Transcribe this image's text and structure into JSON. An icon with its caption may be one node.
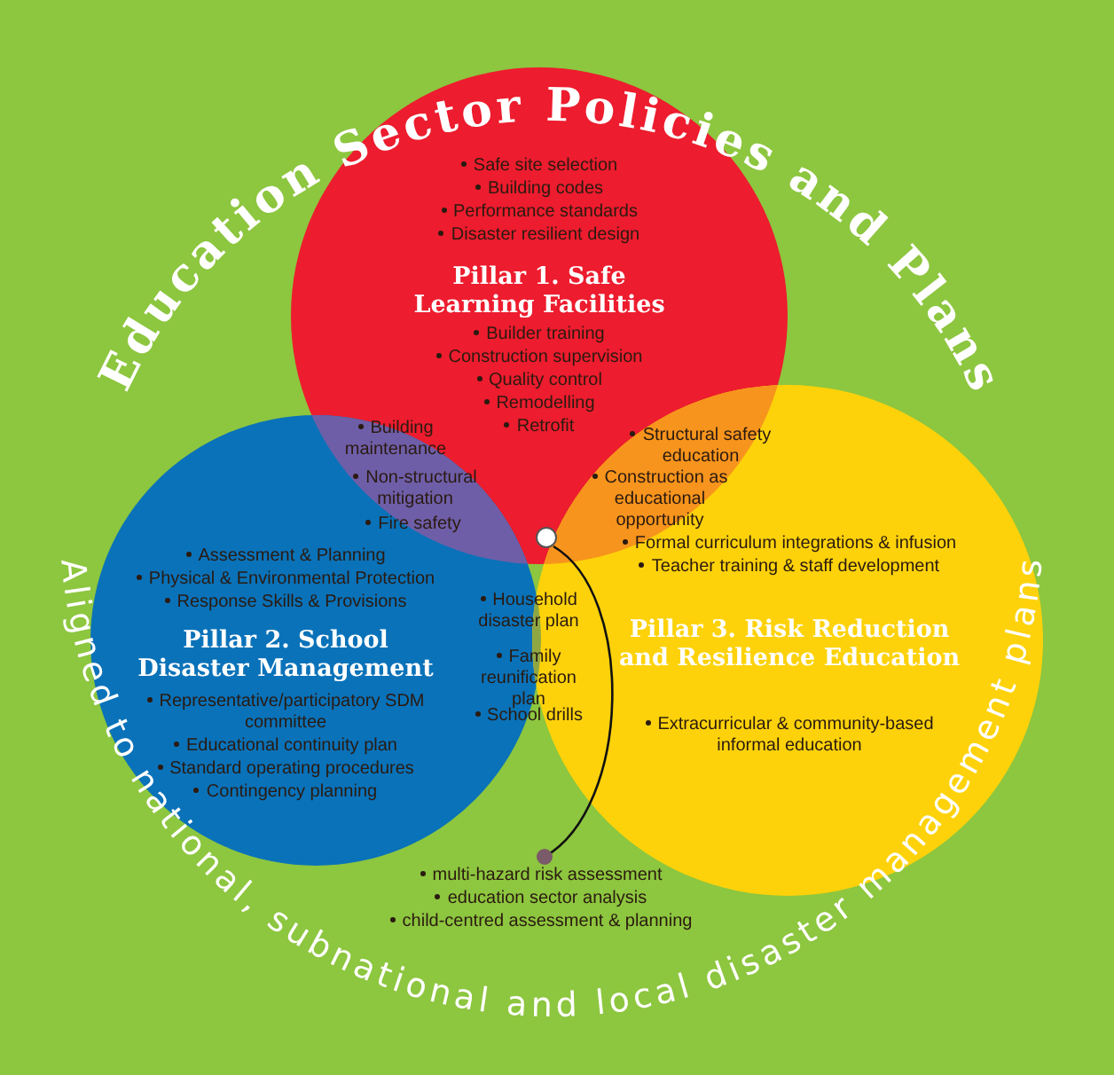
{
  "diagram": {
    "title": "Education Sector Policies and Plans",
    "nodes": [
      {
        "text": [
          "Safe site selection",
          "Building codes",
          "Performance standards",
          "Disaster resilient design",
          "Pillar 1. Safe Learning Facilities",
          "Builder training",
          "Construction supervision",
          "Quality control",
          "Remodelling",
          "Retrofit"
        ]
      },
      {
        "text": [
          "Assessment & Planning",
          "Physical & Environmental Protection",
          "Response Skills & Provisions",
          "Pillar 2. School Disaster Management",
          "Representative/participatory SDM committee",
          "Educational continuity plan",
          "Standard operating procedures",
          "Contingency planning"
        ]
      },
      {
        "text": [
          "Formal curriculum integrations & infusion",
          "Teacher training & staff development",
          "Pillar 3. Risk Reduction and Resilience Education",
          "Extracurricular & community-based informal education"
        ]
      },
      {
        "text": [
          "multi-hazard risk assessment",
          "education sector analysis",
          "child-centred assessment & planning"
        ]
      },
      {
        "text": [],
        "shape": "circle"
      }
    ],
    "edges": [
      {
        "from": 3,
        "to": 4,
        "arrow": "other"
      }
    ],
    "labels": [
      "Building maintenance",
      "Non-structural mitigation",
      "Fire safety",
      "Structural safety education",
      "Construction as educational opportunity",
      "Household disaster plan",
      "Family reunification plan",
      "School drills",
      "Aligned to national, subnational and local disaster management plans"
    ]
  }
}
